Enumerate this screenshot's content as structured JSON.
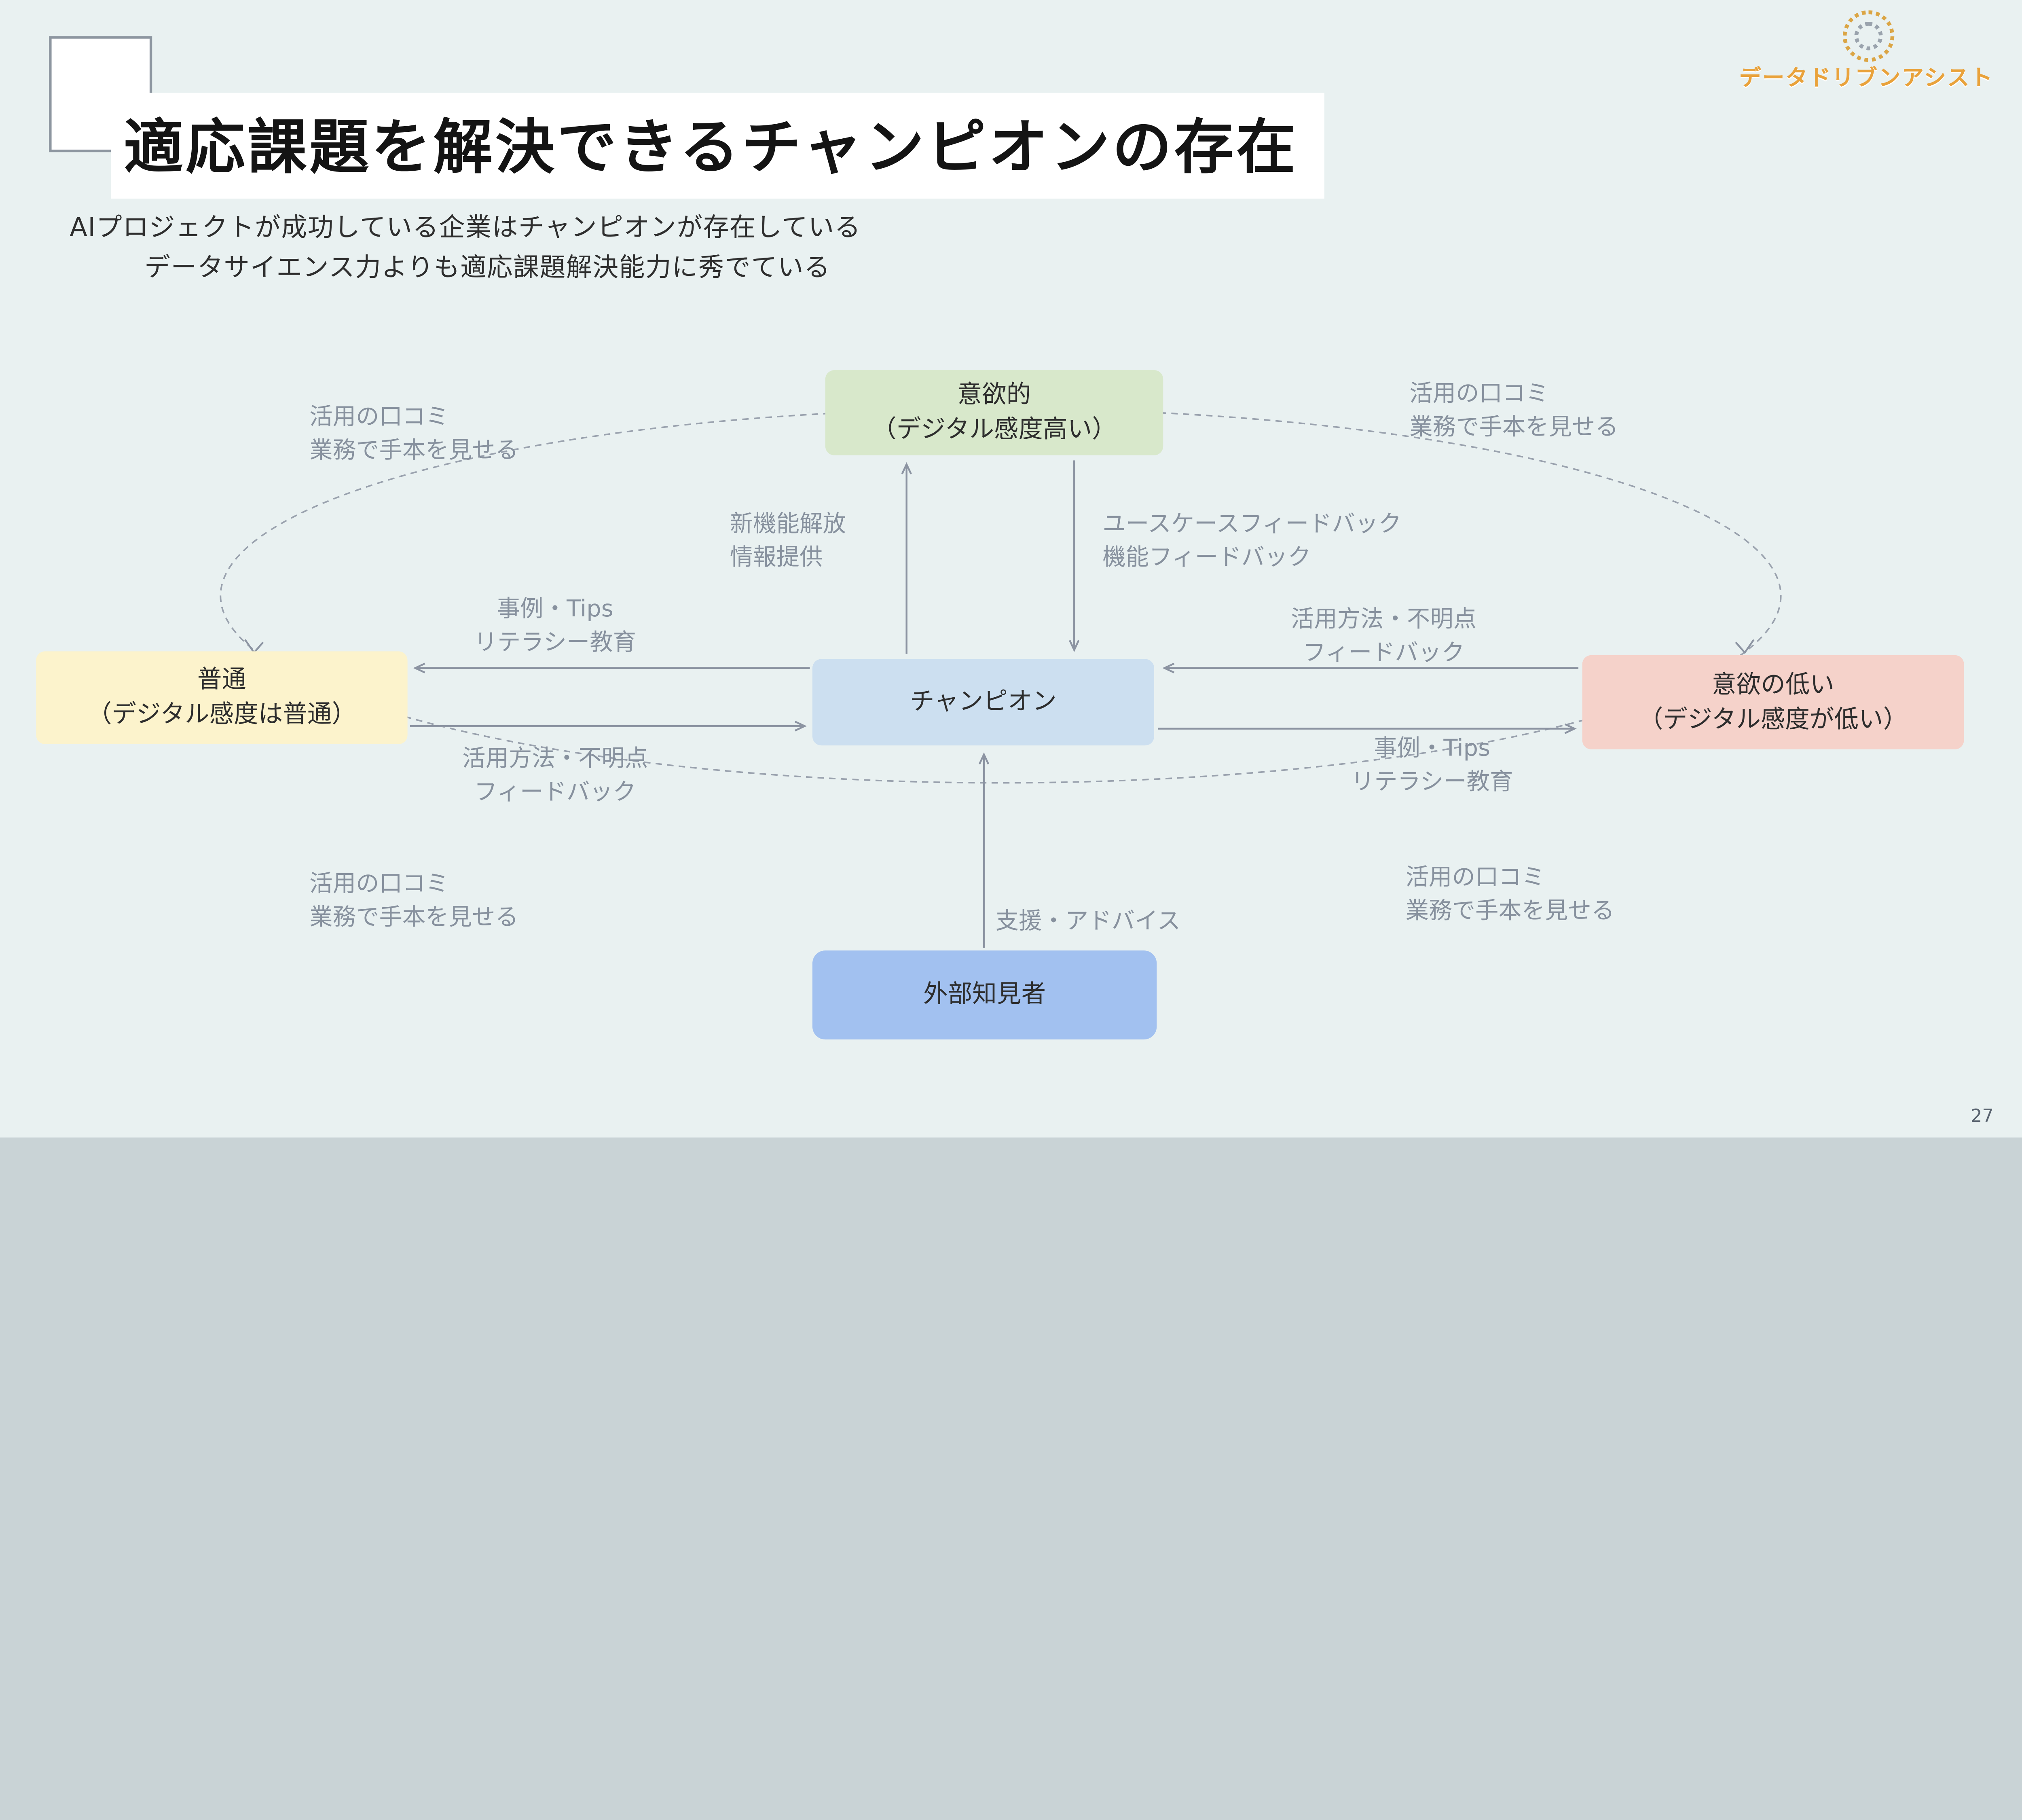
{
  "slide": {
    "title": "適応課題を解決できるチャンピオンの存在",
    "subtitle1": "AIプロジェクトが成功している企業はチャンピオンが存在している",
    "subtitle2": "データサイエンス力よりも適応課題解決能力に秀でている",
    "page_number": "27"
  },
  "logo": {
    "text": "データドリブンアシスト"
  },
  "colors": {
    "background": "#e9f1f1",
    "node_top": "#d8e8cb",
    "node_center": "#ccdff0",
    "node_left": "#fcf3cc",
    "node_right": "#f5d2ca",
    "node_bottom": "#a2c1f0",
    "arrow": "#8c94a2",
    "label": "#87919e",
    "logo_orange": "#e9a23b"
  },
  "nodes": {
    "top": {
      "line1": "意欲的",
      "line2": "（デジタル感度高い）"
    },
    "center": {
      "label": "チャンピオン"
    },
    "left": {
      "line1": "普通",
      "line2": "（デジタル感度は普通）"
    },
    "right": {
      "line1": "意欲の低い",
      "line2": "（デジタル感度が低い）"
    },
    "bottom": {
      "label": "外部知見者"
    }
  },
  "edge_labels": {
    "center_to_top": {
      "line1": "新機能解放",
      "line2": "情報提供"
    },
    "top_to_center": {
      "line1": "ユースケースフィードバック",
      "line2": "機能フィードバック"
    },
    "center_to_left": {
      "line1": "事例・Tips",
      "line2": "リテラシー教育"
    },
    "left_to_center": {
      "line1": "活用方法・不明点",
      "line2": "フィードバック"
    },
    "right_to_center": {
      "line1": "活用方法・不明点",
      "line2": "フィードバック"
    },
    "center_to_right": {
      "line1": "事例・Tips",
      "line2": "リテラシー教育"
    },
    "bottom_to_center": {
      "label": "支援・アドバイス"
    },
    "wom_top_left": {
      "line1": "活用の口コミ",
      "line2": "業務で手本を見せる"
    },
    "wom_top_right": {
      "line1": "活用の口コミ",
      "line2": "業務で手本を見せる"
    },
    "wom_bottom_left": {
      "line1": "活用の口コミ",
      "line2": "業務で手本を見せる"
    },
    "wom_bottom_right": {
      "line1": "活用の口コミ",
      "line2": "業務で手本を見せる"
    }
  }
}
